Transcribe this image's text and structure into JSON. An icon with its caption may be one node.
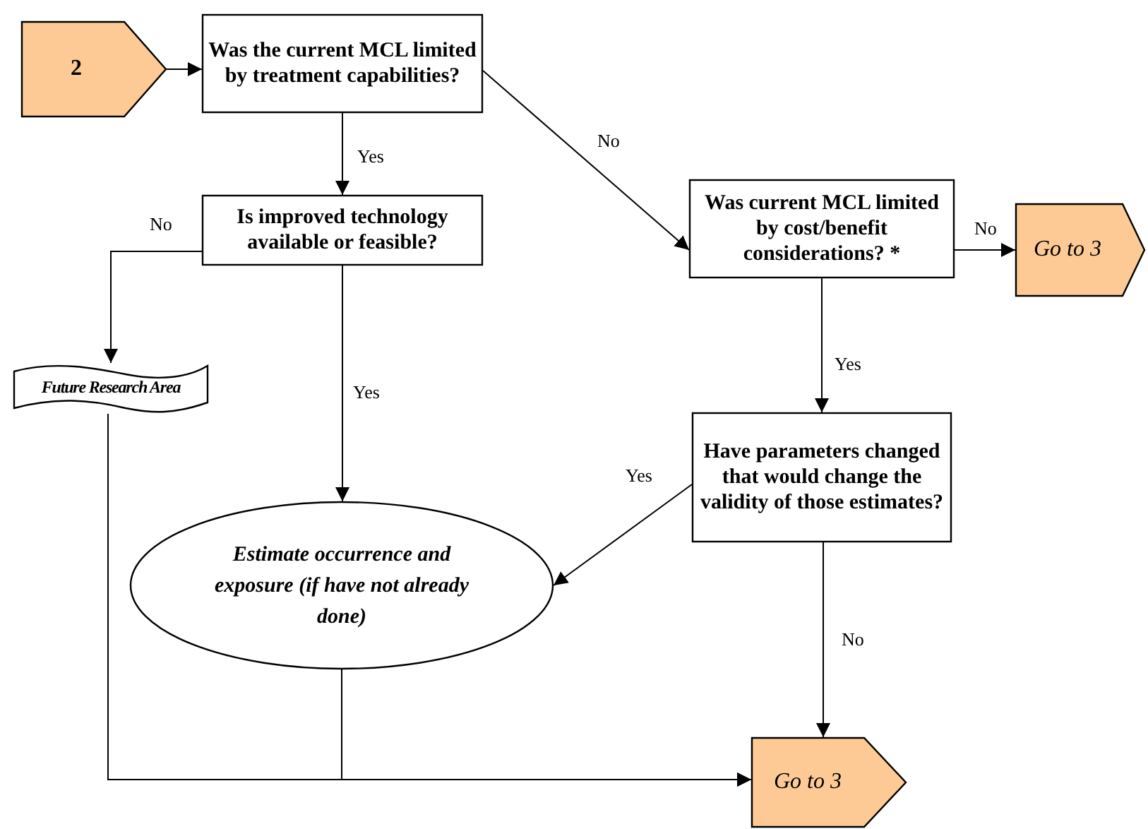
{
  "diagram": {
    "nodes": [
      {
        "text": [
          "2"
        ]
      },
      {
        "text": [
          "Was the current MCL limited by treatment capabilities?"
        ]
      },
      {
        "text": [
          "Is improved technology available or feasible?"
        ]
      },
      {
        "text": [
          "Was current MCL limited by cost/benefit considerations? *"
        ]
      },
      {
        "text": [
          "Go to 3"
        ]
      },
      {
        "text": [
          "Future Research Area"
        ]
      },
      {
        "text": [
          "Have parameters changed that would change the validity of those estimates?"
        ]
      },
      {
        "text": [
          "Estimate occurrence and exposure (if have not already done)"
        ]
      },
      {
        "text": [
          "Go to 3"
        ]
      }
    ],
    "edges": [
      {
        "from": 0,
        "to": 1,
        "arrow": "to"
      },
      {
        "from": 1,
        "to": 2,
        "arrow": "to",
        "label": "Yes"
      },
      {
        "from": 1,
        "to": 3,
        "arrow": "to",
        "label": "No"
      },
      {
        "from": 2,
        "to": 5,
        "arrow": "to",
        "label": "No"
      },
      {
        "from": 2,
        "to": 7,
        "arrow": "to",
        "label": "Yes"
      },
      {
        "from": 3,
        "to": 4,
        "arrow": "to",
        "label": "No"
      },
      {
        "from": 3,
        "to": 6,
        "arrow": "to",
        "label": "Yes"
      },
      {
        "from": 6,
        "to": 7,
        "arrow": "to",
        "label": "Yes"
      },
      {
        "from": 6,
        "to": 8,
        "arrow": "to",
        "label": "No"
      },
      {
        "from": 5,
        "to": 8,
        "arrow": "to"
      },
      {
        "from": 7,
        "to": 8,
        "arrow": "to"
      }
    ]
  }
}
